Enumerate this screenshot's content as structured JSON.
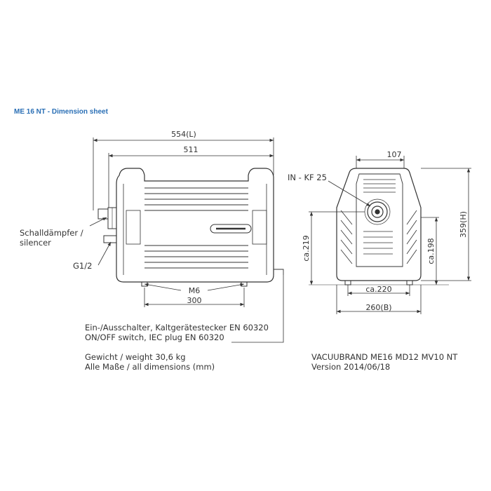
{
  "sheet_title": "ME 16 NT - Dimension sheet",
  "dimensions": {
    "overall_length": "554(L)",
    "body_length": "511",
    "front_width_top": "107",
    "inlet": "IN - KF 25",
    "height": "359(H)",
    "left_height": "ca.219",
    "right_height": "ca.198",
    "foot_thread": "M6",
    "foot_spacing": "300",
    "front_foot_spacing": "ca.220",
    "overall_width": "260(B)"
  },
  "callouts": {
    "silencer_de": "Schalldämpfer /",
    "silencer_en": "silencer",
    "outlet_thread": "G1/2"
  },
  "notes": {
    "switch_de": "Ein-/Ausschalter, Kaltgerätestecker EN 60320",
    "switch_en": "ON/OFF switch, IEC plug EN 60320",
    "weight": "Gewicht / weight 30,6 kg",
    "units": "Alle Maße / all dimensions (mm)",
    "model": "VACUUBRAND ME16 MD12 MV10 NT",
    "version": "Version 2014/06/18"
  },
  "colors": {
    "line": "#333333",
    "title": "#2a6fb5"
  }
}
